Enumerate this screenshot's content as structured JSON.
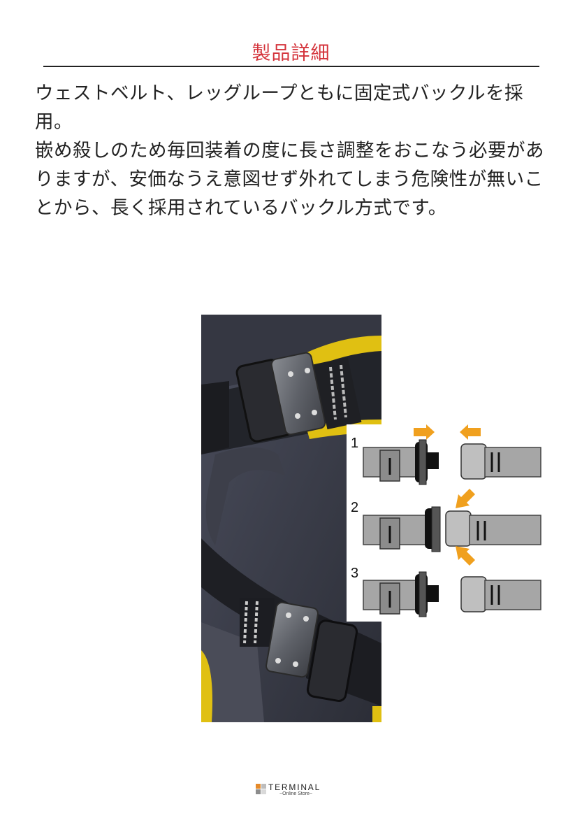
{
  "header": {
    "title": "製品詳細",
    "accent_color": "#d4333b"
  },
  "description": {
    "paragraph_1": "ウェストベルト、レッグループともに固定式バックルを採用。",
    "paragraph_2": "嵌め殺しのため毎回装着の度に長さ調整をおこなう必要がありますが、安価なうえ意図せず外れてしまう危険性が無いことから、長く採用されているバックル方式です。"
  },
  "figure": {
    "photo_icon": "harness-buckle-photo",
    "diagram": {
      "steps": [
        "1",
        "2",
        "3"
      ],
      "arrow_color": "#f0a01e",
      "webbing_color": "#a6a6a6"
    }
  },
  "footer": {
    "brand": "TERMINAL",
    "tagline": "~Online Store~"
  }
}
